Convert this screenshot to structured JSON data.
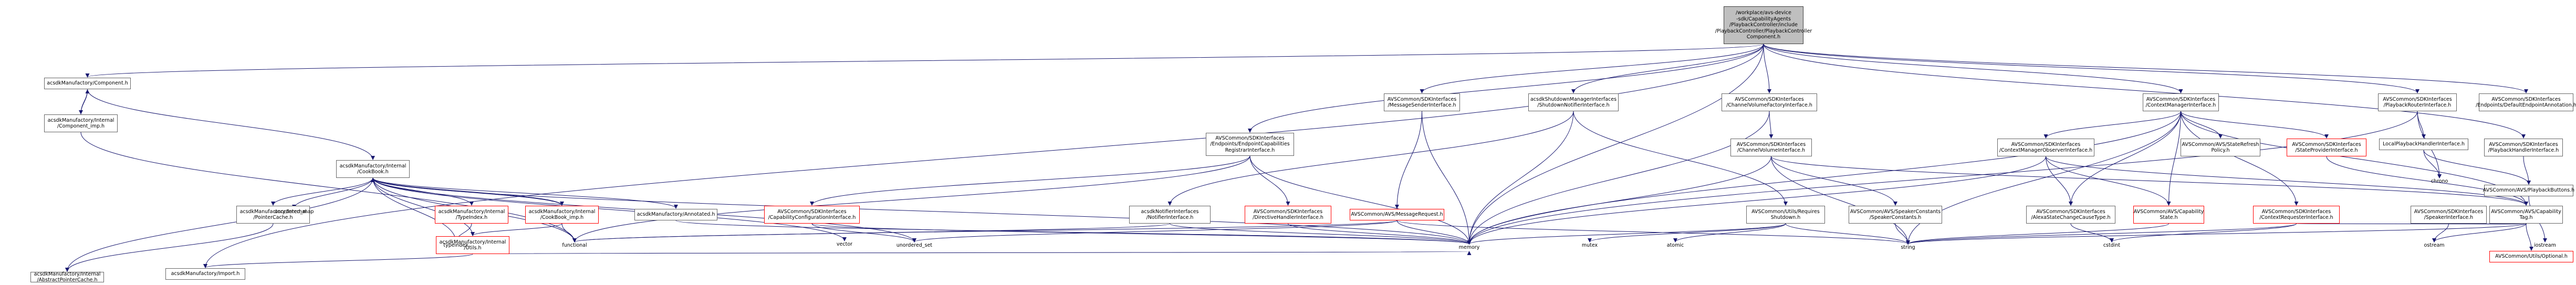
{
  "graph": {
    "style": {
      "edge_color": "#191970",
      "root_fill": "#bfbfbf",
      "missing_border": "#ff0000",
      "node_border": "#666666"
    },
    "nodes": [
      {
        "id": "root",
        "lines": [
          "/workplace/avs-device",
          "-sdk/CapabilityAgents",
          "/PlaybackController/include",
          "/PlaybackController/PlaybackController",
          "Component.h"
        ],
        "kind": "root"
      },
      {
        "id": "acsdkComponent",
        "lines": [
          "acsdkManufactory/Component.h"
        ]
      },
      {
        "id": "componentImp",
        "lines": [
          "acsdkManufactory/Internal",
          "/Component_imp.h"
        ]
      },
      {
        "id": "cookBook",
        "lines": [
          "acsdkManufactory/Internal",
          "/CookBook.h"
        ]
      },
      {
        "id": "abstractPointerCache",
        "lines": [
          "acsdkManufactory/Internal",
          "/AbstractPointerCache.h"
        ]
      },
      {
        "id": "acsdkImport",
        "lines": [
          "acsdkManufactory/Import.h"
        ]
      },
      {
        "id": "pointerCache",
        "lines": [
          "acsdkManufactory/Internal",
          "/PointerCache.h"
        ]
      },
      {
        "id": "typeIndex",
        "lines": [
          "acsdkManufactory/Internal",
          "/TypeIndex.h"
        ],
        "kind": "missing"
      },
      {
        "id": "cookBookImp",
        "lines": [
          "acsdkManufactory/Internal",
          "/CookBook_imp.h"
        ],
        "kind": "missing"
      },
      {
        "id": "utils",
        "lines": [
          "acsdkManufactory/Internal",
          "/Utils.h"
        ],
        "kind": "missing"
      },
      {
        "id": "annotated",
        "lines": [
          "acsdkManufactory/Annotated.h"
        ]
      },
      {
        "id": "messageSender",
        "lines": [
          "AVSCommon/SDKInterfaces",
          "/MessageSenderInterface.h"
        ]
      },
      {
        "id": "messageRequest",
        "lines": [
          "AVSCommon/AVS/MessageRequest.h"
        ],
        "kind": "missing"
      },
      {
        "id": "endpointCapReg",
        "lines": [
          "AVSCommon/SDKInterfaces",
          "/Endpoints/EndpointCapabilities",
          "RegistrarInterface.h"
        ]
      },
      {
        "id": "capConfig",
        "lines": [
          "AVSCommon/SDKInterfaces",
          "/CapabilityConfigurationInterface.h"
        ],
        "kind": "missing"
      },
      {
        "id": "directiveHandler",
        "lines": [
          "AVSCommon/SDKInterfaces",
          "/DirectiveHandlerInterface.h"
        ],
        "kind": "missing"
      },
      {
        "id": "shutdownNotifier",
        "lines": [
          "acsdkShutdownManagerInterfaces",
          "/ShutdownNotifierInterface.h"
        ]
      },
      {
        "id": "notifierInterface",
        "lines": [
          "acsdkNotifierInterfaces",
          "/NotifierInterface.h"
        ]
      },
      {
        "id": "requiresShutdown",
        "lines": [
          "AVSCommon/Utils/Requires",
          "Shutdown.h"
        ]
      },
      {
        "id": "channelVolumeFactory",
        "lines": [
          "AVSCommon/SDKInterfaces",
          "/ChannelVolumeFactoryInterface.h"
        ]
      },
      {
        "id": "channelVolume",
        "lines": [
          "AVSCommon/SDKInterfaces",
          "/ChannelVolumeInterface.h"
        ]
      },
      {
        "id": "speakerConstants",
        "lines": [
          "AVSCommon/AVS/SpeakerConstants",
          "/SpeakerConstants.h"
        ]
      },
      {
        "id": "contextManager",
        "lines": [
          "AVSCommon/SDKInterfaces",
          "/ContextManagerInterface.h"
        ]
      },
      {
        "id": "contextManagerObserver",
        "lines": [
          "AVSCommon/SDKInterfaces",
          "/ContextManagerObserverInterface.h"
        ]
      },
      {
        "id": "alexaStateChange",
        "lines": [
          "AVSCommon/SDKInterfaces",
          "/AlexaStateChangeCauseType.h"
        ]
      },
      {
        "id": "capabilityState",
        "lines": [
          "AVSCommon/AVS/Capability",
          "State.h"
        ],
        "kind": "missing"
      },
      {
        "id": "contextRequester",
        "lines": [
          "AVSCommon/SDKInterfaces",
          "/ContextRequesterInterface.h"
        ],
        "kind": "missing"
      },
      {
        "id": "stateRefresh",
        "lines": [
          "AVSCommon/AVS/StateRefresh",
          "Policy.h"
        ]
      },
      {
        "id": "stateProvider",
        "lines": [
          "AVSCommon/SDKInterfaces",
          "/StateProviderInterface.h"
        ],
        "kind": "missing"
      },
      {
        "id": "speakerInterface",
        "lines": [
          "AVSCommon/SDKInterfaces",
          "/SpeakerInterface.h"
        ]
      },
      {
        "id": "capabilityTag",
        "lines": [
          "AVSCommon/AVS/Capability",
          "Tag.h"
        ]
      },
      {
        "id": "utilsOptional",
        "lines": [
          "AVSCommon/Utils/Optional.h"
        ],
        "kind": "missing"
      },
      {
        "id": "playbackRouter",
        "lines": [
          "AVSCommon/SDKInterfaces",
          "/PlaybackRouterInterface.h"
        ]
      },
      {
        "id": "localPlaybackHandler",
        "lines": [
          "LocalPlaybackHandlerInterface.h"
        ]
      },
      {
        "id": "playbackHandler",
        "lines": [
          "AVSCommon/SDKInterfaces",
          "/PlaybackHandlerInterface.h"
        ]
      },
      {
        "id": "playbackButtons",
        "lines": [
          "AVSCommon/AVS/PlaybackButtons.h"
        ]
      },
      {
        "id": "defaultEndpoint",
        "lines": [
          "AVSCommon/SDKInterfaces",
          "/Endpoints/DefaultEndpointAnnotation.h"
        ]
      }
    ],
    "system_headers": [
      {
        "id": "unorderedMap",
        "text": "unordered_map"
      },
      {
        "id": "typeindex",
        "text": "typeindex"
      },
      {
        "id": "functional",
        "text": "functional"
      },
      {
        "id": "vector",
        "text": "vector"
      },
      {
        "id": "unorderedSet",
        "text": "unordered_set"
      },
      {
        "id": "memory",
        "text": "memory"
      },
      {
        "id": "mutex",
        "text": "mutex"
      },
      {
        "id": "atomic",
        "text": "atomic"
      },
      {
        "id": "string",
        "text": "string"
      },
      {
        "id": "cstdint",
        "text": "cstdint"
      },
      {
        "id": "ostream",
        "text": "ostream"
      },
      {
        "id": "chrono",
        "text": "chrono"
      },
      {
        "id": "iostream",
        "text": "iostream"
      }
    ],
    "edges": [
      [
        "root",
        "acsdkComponent"
      ],
      [
        "root",
        "acsdkImport"
      ],
      [
        "root",
        "messageSender"
      ],
      [
        "root",
        "endpointCapReg"
      ],
      [
        "root",
        "shutdownNotifier"
      ],
      [
        "root",
        "channelVolumeFactory"
      ],
      [
        "root",
        "contextManager"
      ],
      [
        "root",
        "playbackRouter"
      ],
      [
        "root",
        "defaultEndpoint"
      ],
      [
        "root",
        "playbackHandler"
      ],
      [
        "root",
        "memory"
      ],
      [
        "acsdkComponent",
        "componentImp"
      ],
      [
        "acsdkComponent",
        "cookBook"
      ],
      [
        "componentImp",
        "acsdkComponent"
      ],
      [
        "componentImp",
        "functional"
      ],
      [
        "cookBook",
        "abstractPointerCache"
      ],
      [
        "cookBook",
        "unorderedMap"
      ],
      [
        "cookBook",
        "pointerCache"
      ],
      [
        "cookBook",
        "typeIndex"
      ],
      [
        "cookBook",
        "cookBookImp"
      ],
      [
        "cookBook",
        "utils"
      ],
      [
        "cookBook",
        "typeindex"
      ],
      [
        "cookBook",
        "functional"
      ],
      [
        "cookBook",
        "vector"
      ],
      [
        "cookBook",
        "unorderedSet"
      ],
      [
        "cookBook",
        "memory"
      ],
      [
        "cookBook",
        "annotated"
      ],
      [
        "pointerCache",
        "abstractPointerCache"
      ],
      [
        "typeIndex",
        "typeindex"
      ],
      [
        "cookBookImp",
        "cookBook"
      ],
      [
        "cookBookImp",
        "utils"
      ],
      [
        "cookBookImp",
        "functional"
      ],
      [
        "utils",
        "acsdkImport"
      ],
      [
        "utils",
        "memory"
      ],
      [
        "annotated",
        "memory"
      ],
      [
        "messageSender",
        "messageRequest"
      ],
      [
        "messageSender",
        "memory"
      ],
      [
        "messageRequest",
        "memory"
      ],
      [
        "messageRequest",
        "string"
      ],
      [
        "messageRequest",
        "unorderedSet"
      ],
      [
        "messageRequest",
        "functional"
      ],
      [
        "endpointCapReg",
        "capConfig"
      ],
      [
        "endpointCapReg",
        "directiveHandler"
      ],
      [
        "endpointCapReg",
        "memory"
      ],
      [
        "endpointCapReg",
        "functional"
      ],
      [
        "capConfig",
        "memory"
      ],
      [
        "capConfig",
        "unorderedSet"
      ],
      [
        "directiveHandler",
        "memory"
      ],
      [
        "shutdownNotifier",
        "notifierInterface"
      ],
      [
        "shutdownNotifier",
        "requiresShutdown"
      ],
      [
        "shutdownNotifier",
        "memory"
      ],
      [
        "notifierInterface",
        "functional"
      ],
      [
        "notifierInterface",
        "memory"
      ],
      [
        "requiresShutdown",
        "memory"
      ],
      [
        "requiresShutdown",
        "mutex"
      ],
      [
        "requiresShutdown",
        "atomic"
      ],
      [
        "requiresShutdown",
        "string"
      ],
      [
        "channelVolumeFactory",
        "channelVolume"
      ],
      [
        "channelVolumeFactory",
        "memory"
      ],
      [
        "channelVolume",
        "speakerConstants"
      ],
      [
        "channelVolume",
        "capabilityTag"
      ],
      [
        "channelVolume",
        "memory"
      ],
      [
        "channelVolume",
        "string"
      ],
      [
        "speakerConstants",
        "string"
      ],
      [
        "contextManager",
        "contextManagerObserver"
      ],
      [
        "contextManager",
        "alexaStateChange"
      ],
      [
        "contextManager",
        "capabilityState"
      ],
      [
        "contextManager",
        "contextRequester"
      ],
      [
        "contextManager",
        "stateRefresh"
      ],
      [
        "contextManager",
        "stateProvider"
      ],
      [
        "contextManager",
        "capabilityTag"
      ],
      [
        "contextManager",
        "memory"
      ],
      [
        "contextManager",
        "string"
      ],
      [
        "contextManagerObserver",
        "alexaStateChange"
      ],
      [
        "contextManagerObserver",
        "capabilityState"
      ],
      [
        "contextManagerObserver",
        "capabilityTag"
      ],
      [
        "contextManagerObserver",
        "memory"
      ],
      [
        "alexaStateChange",
        "cstdint"
      ],
      [
        "capabilityState",
        "string"
      ],
      [
        "contextRequester",
        "capabilityTag"
      ],
      [
        "contextRequester",
        "cstdint"
      ],
      [
        "contextRequester",
        "string"
      ],
      [
        "stateProvider",
        "capabilityTag"
      ],
      [
        "speakerInterface",
        "capabilityTag"
      ],
      [
        "speakerInterface",
        "ostream"
      ],
      [
        "capabilityTag",
        "utilsOptional"
      ],
      [
        "capabilityTag",
        "ostream"
      ],
      [
        "capabilityTag",
        "string"
      ],
      [
        "playbackRouter",
        "localPlaybackHandler"
      ],
      [
        "playbackRouter",
        "chrono"
      ],
      [
        "playbackRouter",
        "memory"
      ],
      [
        "localPlaybackHandler",
        "chrono"
      ],
      [
        "localPlaybackHandler",
        "playbackButtons"
      ],
      [
        "playbackHandler",
        "playbackButtons"
      ],
      [
        "playbackButtons",
        "iostream"
      ]
    ]
  }
}
